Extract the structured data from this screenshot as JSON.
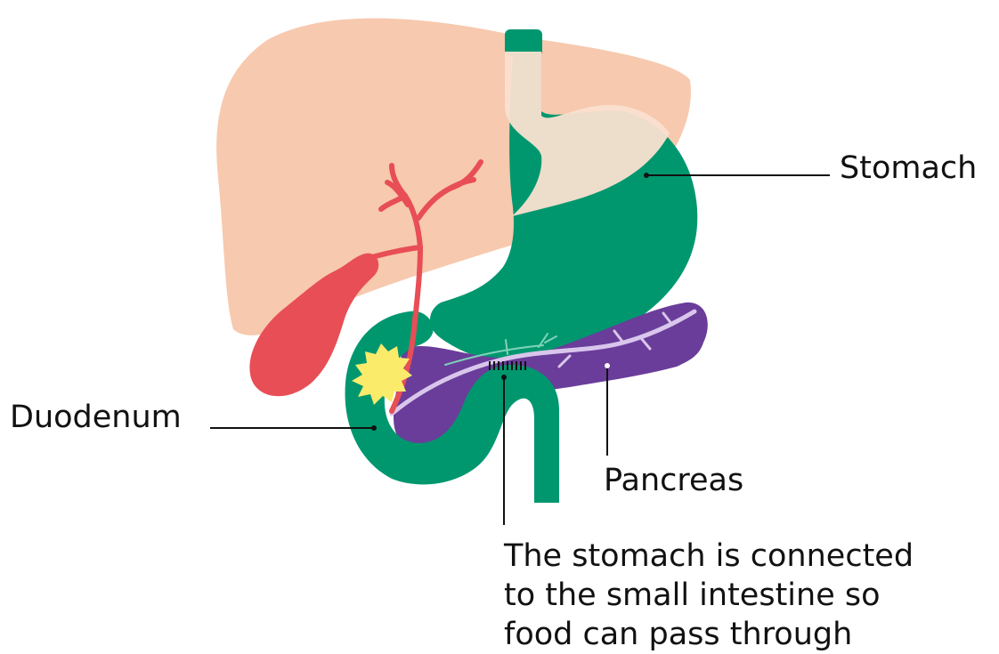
{
  "labels": {
    "stomach": "Stomach",
    "duodenum": "Duodenum",
    "pancreas": "Pancreas",
    "caption": [
      "The stomach is connected",
      "to the small intestine so",
      "food can pass through"
    ]
  },
  "colors": {
    "liver": "#f7c9ae",
    "liver_light": "#fae0d0",
    "stomach": "#00976f",
    "pancreas": "#6a3d9a",
    "pancreas_duct": "#d9c6ec",
    "gallbladder": "#e84e55",
    "bile_duct": "#e84e55",
    "ampulla": "#fbeb6b",
    "leader_line": "#111111"
  }
}
